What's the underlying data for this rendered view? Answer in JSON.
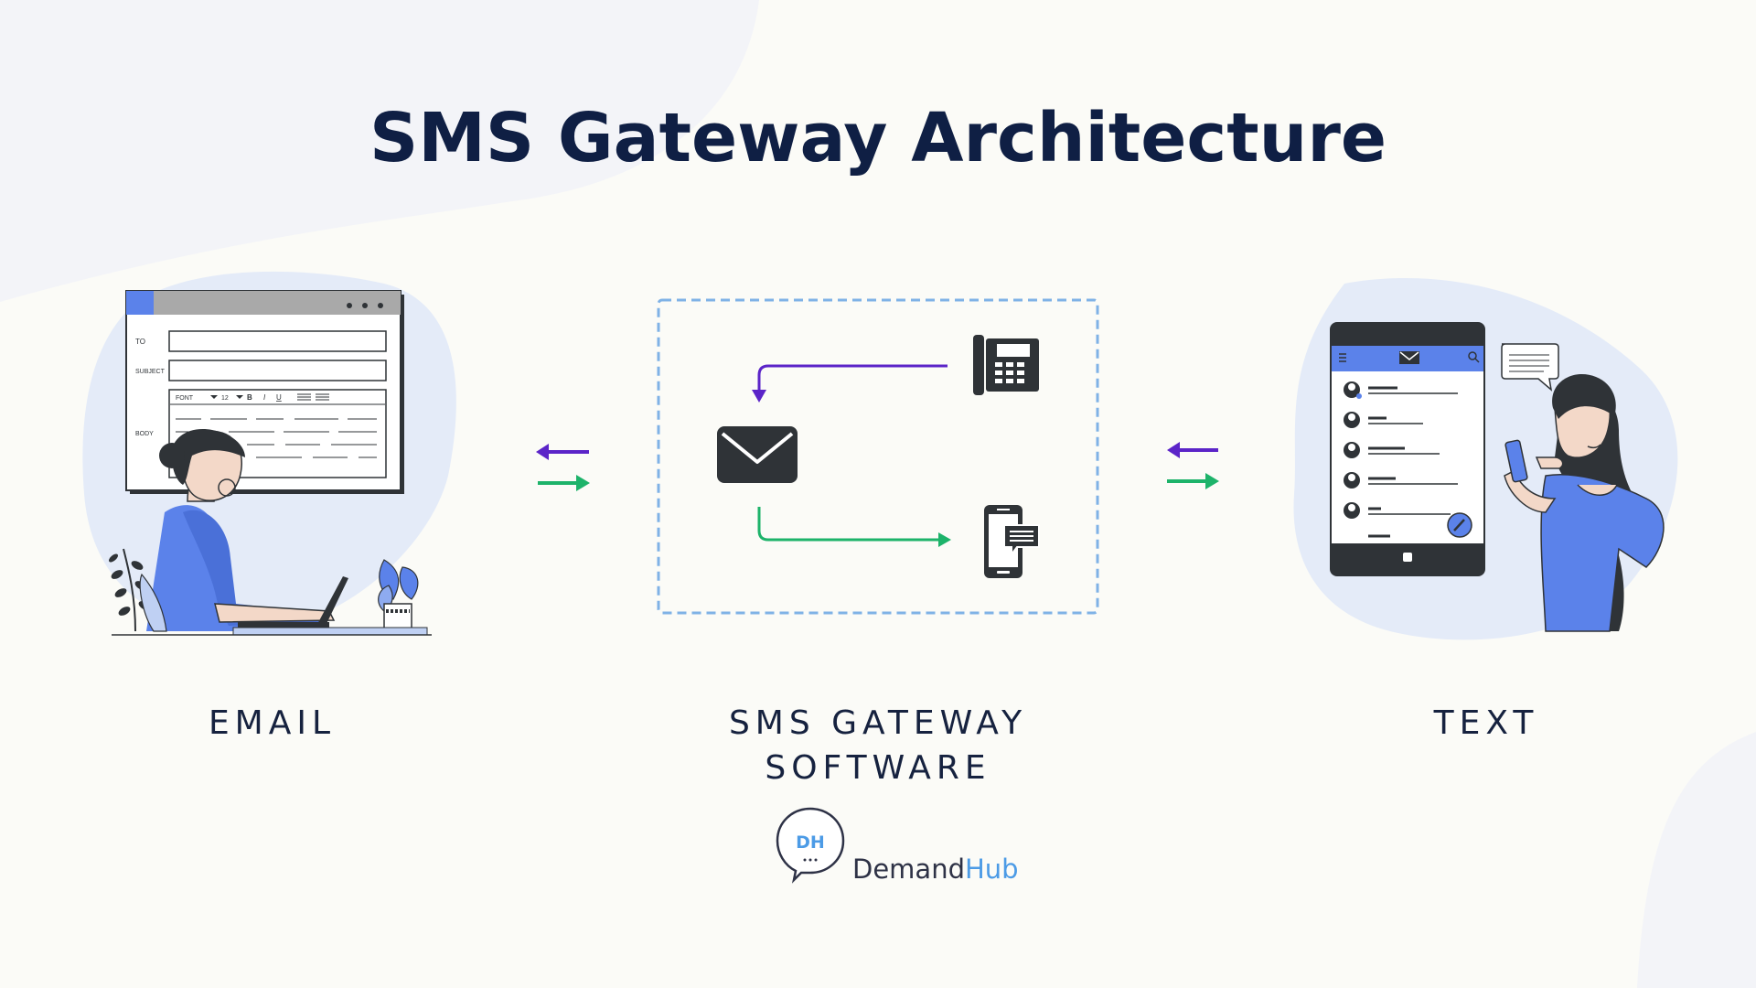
{
  "title": "SMS Gateway Architecture",
  "columns": {
    "email": {
      "label": "EMAIL"
    },
    "gateway": {
      "label_line1": "SMS GATEWAY",
      "label_line2": "SOFTWARE"
    },
    "text": {
      "label": "TEXT"
    }
  },
  "email_form": {
    "to_label": "TO",
    "subject_label": "SUBJECT",
    "body_label": "BODY",
    "font_label": "FONT",
    "size_label": "12",
    "bold": "B",
    "italic": "I",
    "underline": "U"
  },
  "brand": {
    "logo_mark": "DH",
    "name_part1": "Demand",
    "name_part2": "Hub"
  },
  "colors": {
    "navy": "#0f1f44",
    "accent_blue": "#5b82ea",
    "blob_blue": "#e4ebf8",
    "dark_icon": "#2f3337",
    "arrow_purple": "#5b24c8",
    "arrow_green": "#1db36a",
    "dashed_border": "#7fb2e6",
    "brand_blue": "#4c9be6"
  },
  "icons": [
    "email-window-icon",
    "envelope-icon",
    "desk-phone-icon",
    "mobile-chat-icon",
    "smartphone-inbox-icon",
    "speech-bubble-icon"
  ]
}
